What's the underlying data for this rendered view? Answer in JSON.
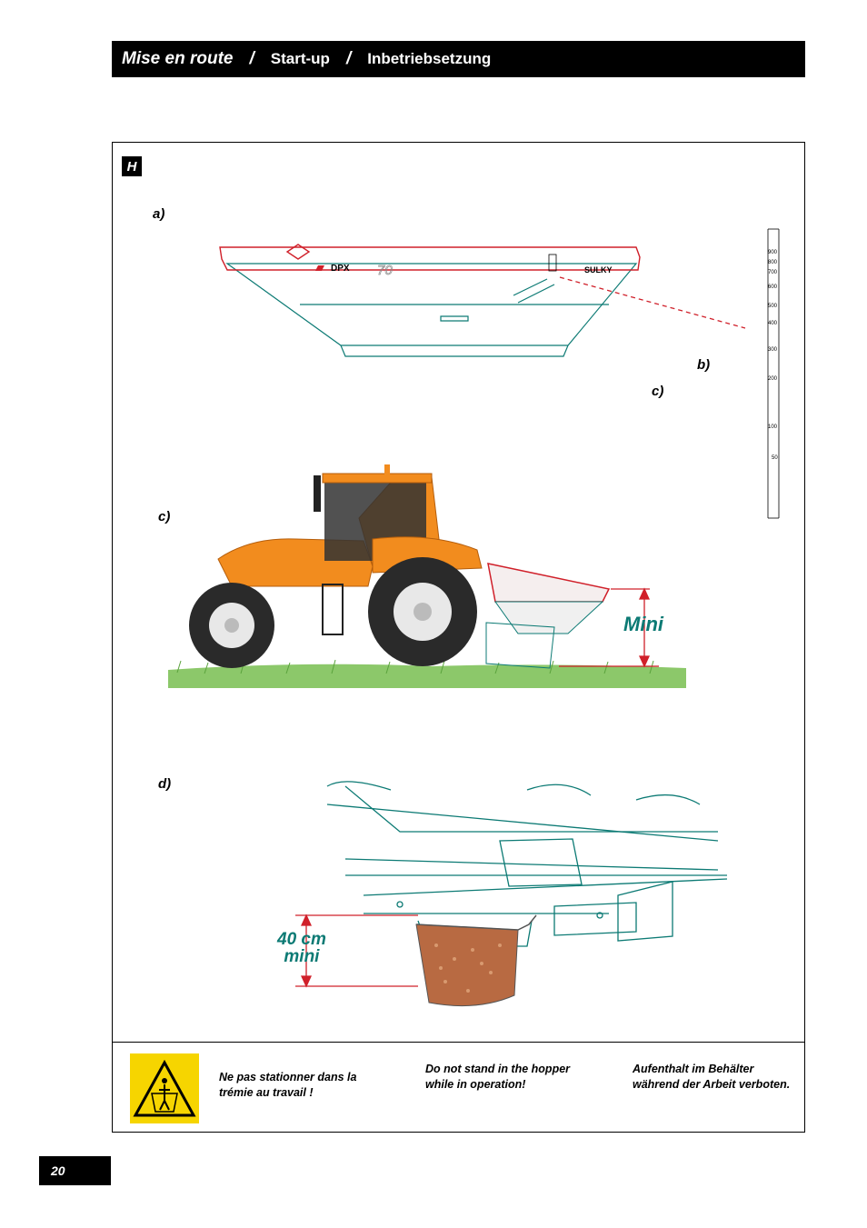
{
  "header": {
    "title_fr": "Mise en route",
    "separator": "/",
    "title_en": "Start-up",
    "title_de": "Inbetriebsetzung"
  },
  "section": {
    "badge": "H"
  },
  "labels": {
    "a": "a)",
    "b": "b)",
    "c_upper": "c)",
    "c_tractor": "c)",
    "d": "d)"
  },
  "hopper": {
    "brand_model": "DPX",
    "brand_model_number": "70",
    "brand": "SULKY"
  },
  "scale": {
    "ticks": [
      "900",
      "800",
      "700",
      "600",
      "500",
      "400",
      "300",
      "200",
      "100",
      "50"
    ]
  },
  "measurements": {
    "mini": "Mini",
    "cm_value": "40 cm",
    "cm_suffix": "mini"
  },
  "warning": {
    "icon": "no-standing-in-hopper-warning-icon",
    "fr": "Ne pas stationner dans la trémie au travail !",
    "en": "Do not stand in the hopper while in operation!",
    "de": "Aufenthalt im Behälter während der Arbeit verboten."
  },
  "page_number": "20",
  "colors": {
    "header_bg": "#000000",
    "accent_red": "#d0202a",
    "line_green": "#0c7a74",
    "tractor_orange": "#f28c1e",
    "warning_yellow": "#f6d500"
  }
}
